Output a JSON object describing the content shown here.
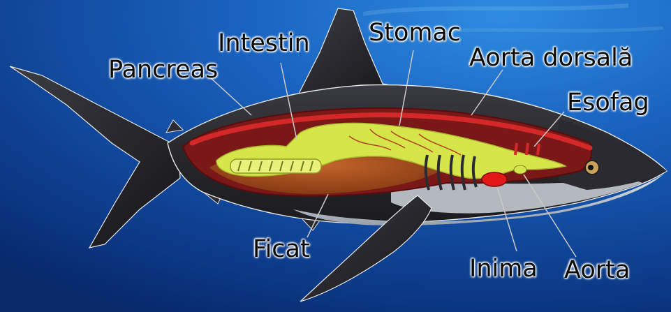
{
  "diagram": {
    "subject": "shark anatomy",
    "labels": {
      "intestin": "Intestin",
      "stomac": "Stomac",
      "aorta_dorsala": "Aorta dorsală",
      "pancreas": "Pancreas",
      "esofag": "Esofag",
      "ficat": "Ficat",
      "inima": "Inima",
      "aorta": "Aorta"
    }
  },
  "colors": {
    "background": "#0d3f8f",
    "body_dark": "#2e2e35",
    "belly": "#c9cfd6",
    "cavity": "#8a1c1c",
    "organs_yellow": "#d8e84a",
    "liver": "#a24a1a",
    "heart": "#d11a1a",
    "leader_line": "#c9c9c9"
  }
}
